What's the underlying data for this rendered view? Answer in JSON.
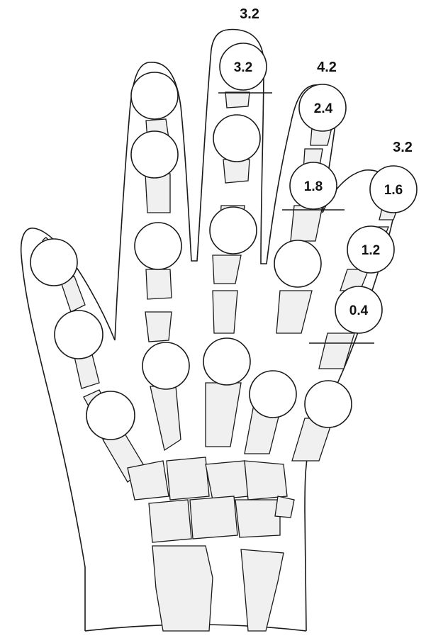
{
  "diagram": {
    "colors": {
      "outline": "#1a1a1a",
      "bone_fill": "#f0f0f0",
      "circle_fill": "#ffffff",
      "background": "#ffffff"
    },
    "fingertip_labels": [
      {
        "id": "middle-tip-label",
        "text": "3.2"
      },
      {
        "id": "ring-tip-label",
        "text": "4.2"
      },
      {
        "id": "little-tip-label",
        "text": "3.2"
      }
    ],
    "joint_values": [
      {
        "id": "middle-dip-value",
        "text": "3.2"
      },
      {
        "id": "ring-dip-value",
        "text": "2.4"
      },
      {
        "id": "ring-pip-value",
        "text": "1.8"
      },
      {
        "id": "little-dip-value",
        "text": "1.6"
      },
      {
        "id": "little-pip-value",
        "text": "1.2"
      },
      {
        "id": "little-mcp-value",
        "text": "0.4"
      }
    ]
  }
}
